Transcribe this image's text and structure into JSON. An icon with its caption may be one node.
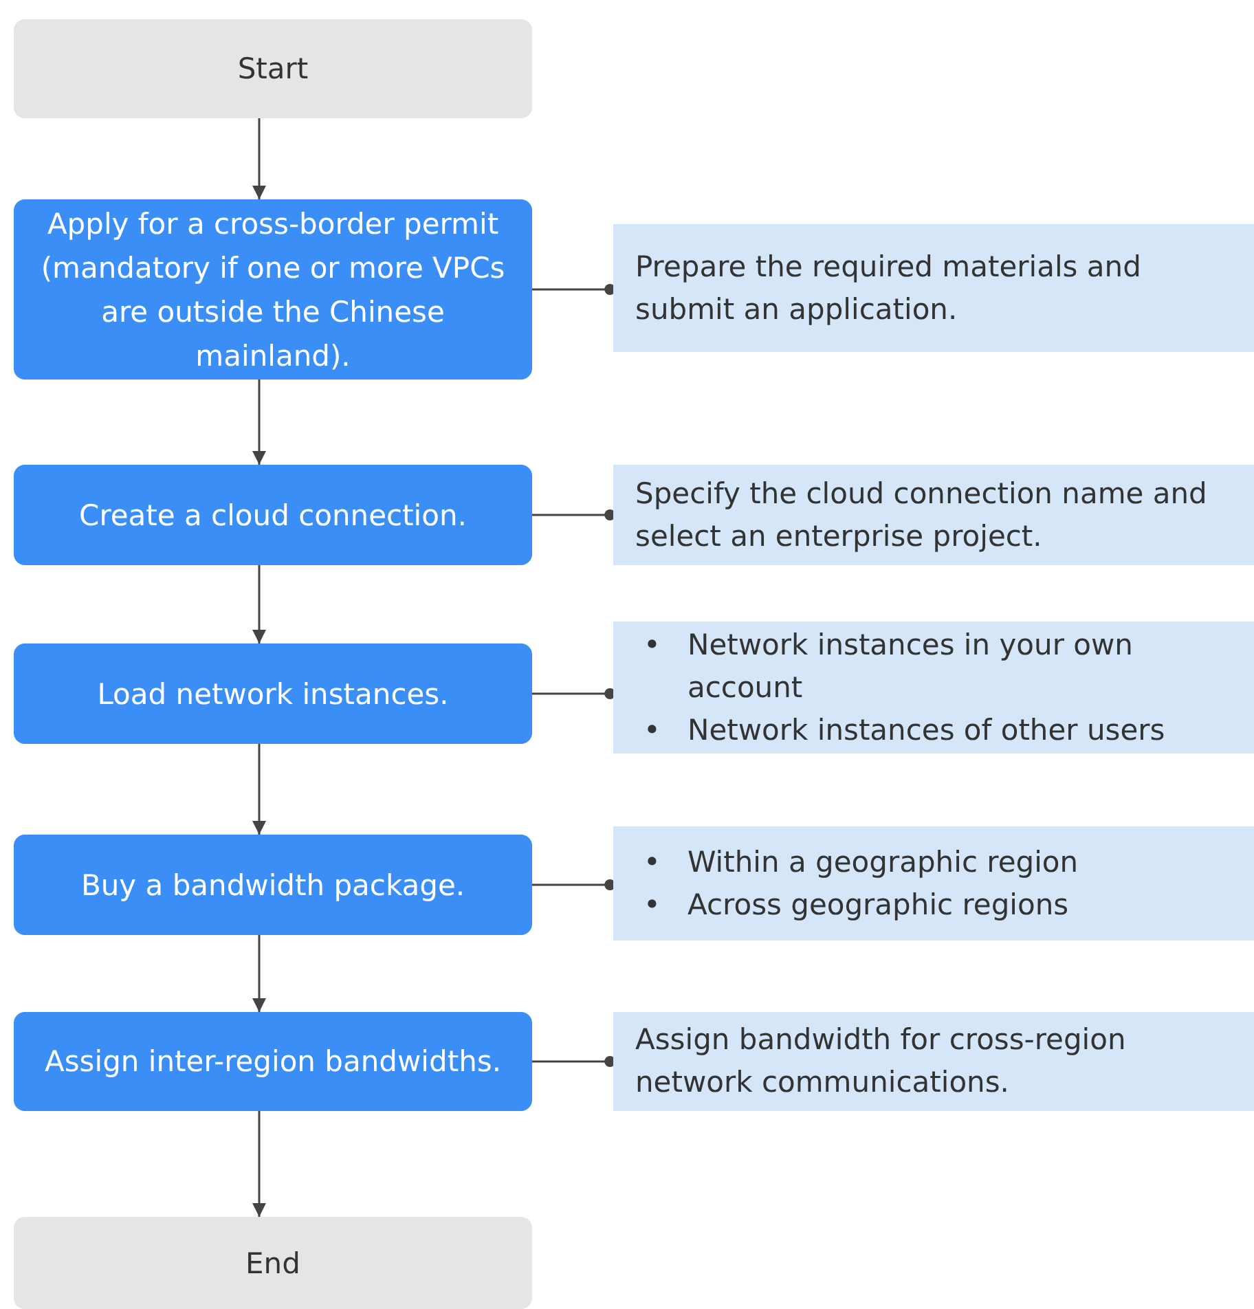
{
  "diagram": {
    "nodes": [
      {
        "text": [
          "Start"
        ]
      },
      {
        "text": [
          "Apply for a cross-border permit (mandatory if one or more VPCs are outside the Chinese mainland)."
        ]
      },
      {
        "text": [
          "Prepare the required materials and submit an application."
        ]
      },
      {
        "text": [
          "Create a cloud connection."
        ]
      },
      {
        "text": [
          "Specify the cloud connection name and select an enterprise project."
        ]
      },
      {
        "text": [
          "Load network instances."
        ]
      },
      {
        "text": [
          "•",
          "Network instances in your own account",
          "•",
          "Network instances of other users"
        ]
      },
      {
        "text": [
          "Buy a bandwidth package."
        ]
      },
      {
        "text": [
          "•",
          "Within a geographic region",
          "•",
          "Across geographic regions"
        ]
      },
      {
        "text": [
          "Assign inter-region bandwidths."
        ]
      },
      {
        "text": [
          "Assign bandwidth for cross-region network communications."
        ]
      },
      {
        "text": [
          "End"
        ]
      }
    ],
    "edges": [
      {
        "from": 0,
        "to": 1,
        "arrow": "to"
      },
      {
        "from": 1,
        "to": 2,
        "arrow": "other"
      },
      {
        "from": 1,
        "to": 3,
        "arrow": "to"
      },
      {
        "from": 3,
        "to": 4,
        "arrow": "other"
      },
      {
        "from": 3,
        "to": 5,
        "arrow": "to"
      },
      {
        "from": 5,
        "to": 6,
        "arrow": "other"
      },
      {
        "from": 5,
        "to": 7,
        "arrow": "to"
      },
      {
        "from": 7,
        "to": 8,
        "arrow": "other"
      },
      {
        "from": 7,
        "to": 9,
        "arrow": "to"
      },
      {
        "from": 9,
        "to": 10,
        "arrow": "other"
      },
      {
        "from": 9,
        "to": 11,
        "arrow": "to"
      }
    ]
  }
}
